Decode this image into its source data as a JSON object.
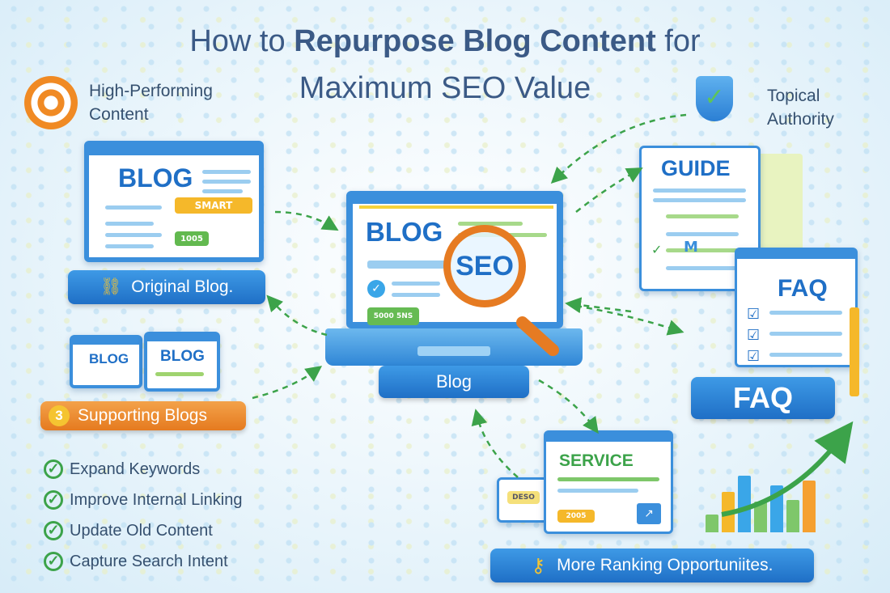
{
  "title": {
    "line1_light": "How to ",
    "line1_bold": "Repurpose Blog Content",
    "line1_end": " for",
    "line2": "Maximum SEO Value"
  },
  "top_left_label": {
    "line1": "High-Performing",
    "line2": "Content",
    "icon": "target-icon"
  },
  "top_right_label": {
    "line1": "Topical",
    "line2": "Authority",
    "icon": "shield-check-icon"
  },
  "original_blog": {
    "window_title": "BLOG",
    "tag_smart": "SMART",
    "tag_green": "1005",
    "label": "Original Blog."
  },
  "center": {
    "window_title": "BLOG",
    "magnifier_text": "SEO",
    "tag_green": "5000 5NS",
    "label": "Blog"
  },
  "supporting": {
    "windows": [
      "BLOG",
      "BLOG"
    ],
    "badge": "3",
    "label": "Supporting Blogs"
  },
  "guide": {
    "title": "GUIDE"
  },
  "faq": {
    "title": "FAQ",
    "label": "FAQ"
  },
  "service": {
    "title": "SERVICE",
    "side_card": "DESO",
    "tag": "2005"
  },
  "ranking": {
    "label": "More Ranking Opportuniites.",
    "icon": "key-icon"
  },
  "benefits": [
    "Expand Keywords",
    "Improve Internal Linking",
    "Update Old Content",
    "Capture Search Intent"
  ],
  "colors": {
    "primary_blue": "#1f6fc6",
    "orange": "#e57a1f",
    "green": "#3ca34a",
    "yellow": "#f5c431",
    "title": "#3b5a86"
  }
}
